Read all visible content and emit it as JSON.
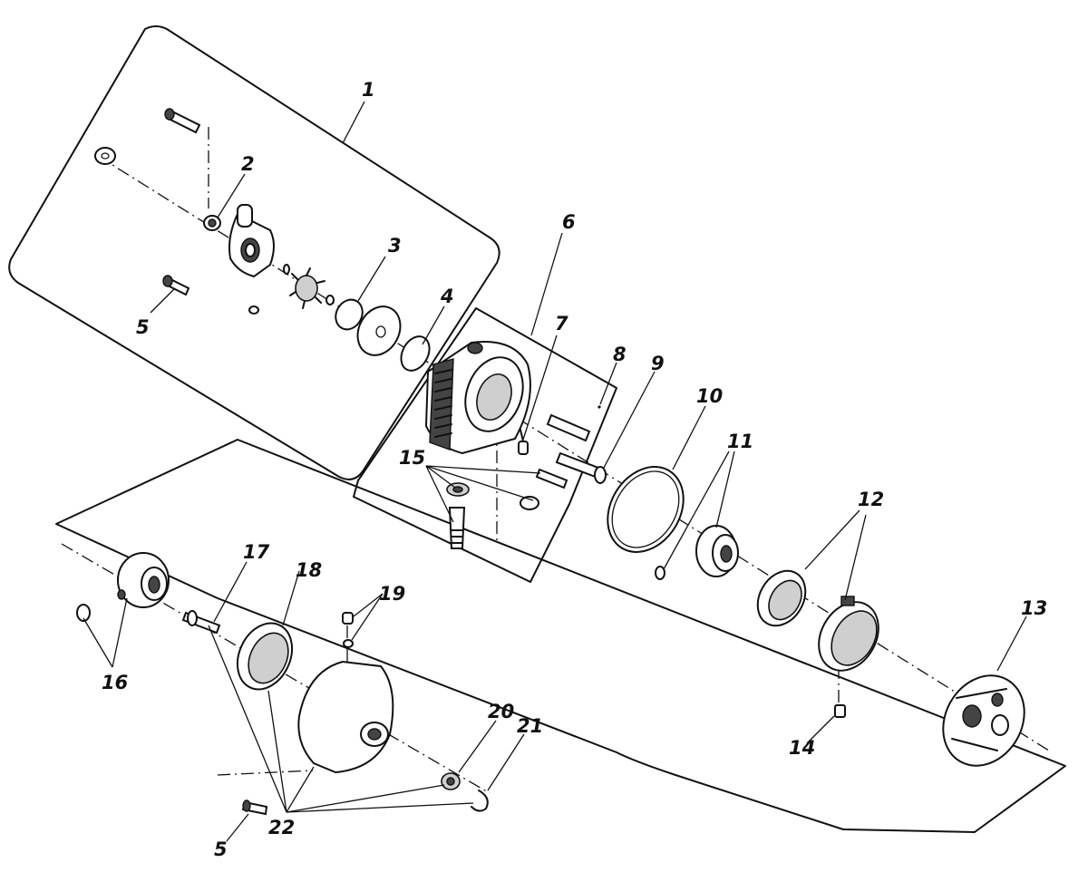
{
  "callouts": [
    {
      "id": "1",
      "text": "1"
    },
    {
      "id": "2",
      "text": "2"
    },
    {
      "id": "3",
      "text": "3"
    },
    {
      "id": "4",
      "text": "4"
    },
    {
      "id": "5a",
      "text": "5"
    },
    {
      "id": "5b",
      "text": "5"
    },
    {
      "id": "6",
      "text": "6"
    },
    {
      "id": "7",
      "text": "7"
    },
    {
      "id": "8",
      "text": "8"
    },
    {
      "id": "9",
      "text": "9"
    },
    {
      "id": "10",
      "text": "10"
    },
    {
      "id": "11",
      "text": "11"
    },
    {
      "id": "12",
      "text": "12"
    },
    {
      "id": "13",
      "text": "13"
    },
    {
      "id": "14",
      "text": "14"
    },
    {
      "id": "15",
      "text": "15"
    },
    {
      "id": "16",
      "text": "16"
    },
    {
      "id": "17",
      "text": "17"
    },
    {
      "id": "18",
      "text": "18"
    },
    {
      "id": "19",
      "text": "19"
    },
    {
      "id": "20",
      "text": "20"
    },
    {
      "id": "21",
      "text": "21"
    },
    {
      "id": "22",
      "text": "22"
    }
  ]
}
